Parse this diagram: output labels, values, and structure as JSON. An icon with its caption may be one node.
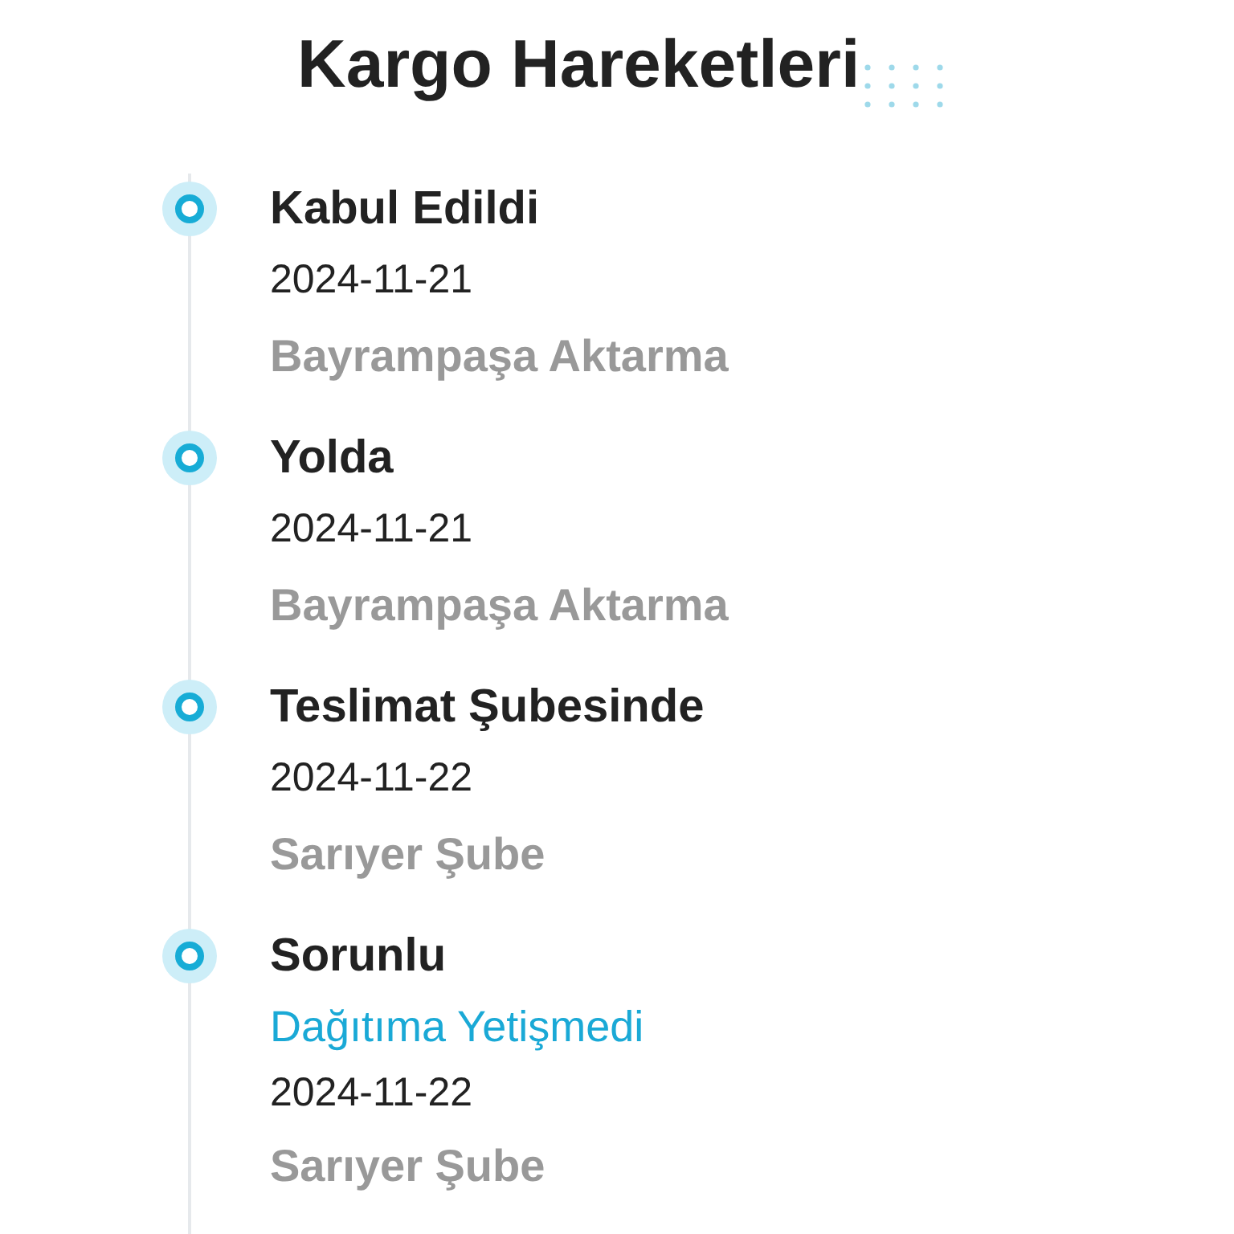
{
  "diagram": {
    "title": "Kargo Hareketleri",
    "labels": [
      "Kabul Edildi",
      "2024-11-21",
      "Bayrampaşa Aktarma",
      "Yolda",
      "2024-11-21",
      "Bayrampaşa Aktarma",
      "Teslimat Şubesinde",
      "2024-11-22",
      "Sarıyer Şube",
      "Sorunlu",
      "Dağıtıma Yetişmedi",
      "2024-11-22",
      "Sarıyer Şube"
    ]
  }
}
